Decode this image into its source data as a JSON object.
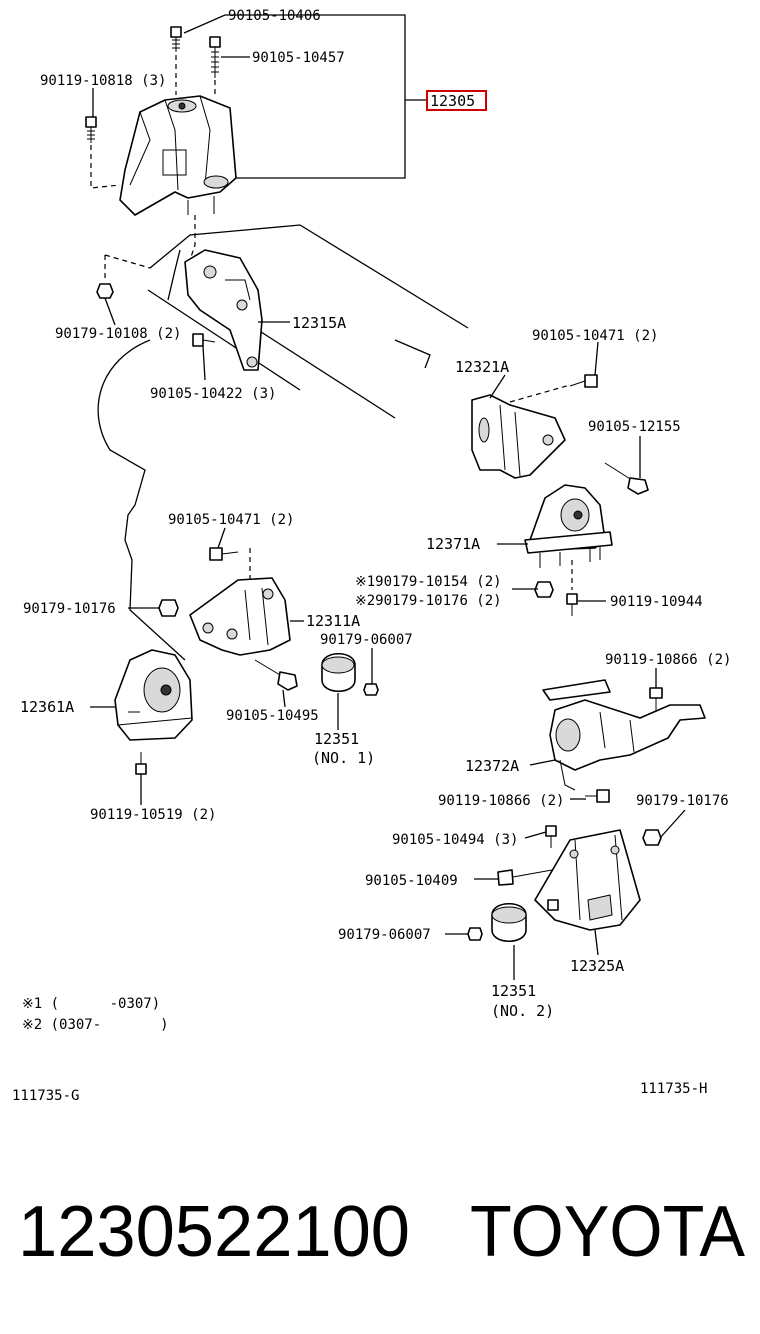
{
  "callouts": {
    "c1": "90105-10406",
    "c2": "90105-10457",
    "c3": "90119-10818 (3)",
    "c4": "12305",
    "c5": "90179-10108 (2)",
    "c6": "12315A",
    "c7": "90105-10422 (3)",
    "c8": "90105-10471 (2)",
    "c9": "12321A",
    "c10": "90105-12155",
    "c11": "12371A",
    "c12": "90105-10471 (2)",
    "c13": "※190179-10154 (2)",
    "c14": "※290179-10176 (2)",
    "c15": "90119-10944",
    "c16": "90179-10176",
    "c17": "12311A",
    "c18": "90179-06007",
    "c19": "12361A",
    "c20": "90105-10495",
    "c21": "12351",
    "c22": "(NO. 1)",
    "c23": "90119-10866 (2)",
    "c24": "12372A",
    "c25": "90119-10519 (2)",
    "c26": "90119-10866 (2)",
    "c27": "90179-10176",
    "c28": "90105-10494 (3)",
    "c29": "90105-10409",
    "c30": "90179-06007",
    "c31": "12325A",
    "c32": "12351",
    "c33": "(NO. 2)"
  },
  "notes": {
    "note1": "※1 (      -0307)",
    "note2": "※2 (0307-       )"
  },
  "figure_ids": {
    "left": "111735-G",
    "right": "111735-H"
  },
  "footer": {
    "part_number": "1230522100",
    "brand": "TOYOTA"
  },
  "highlight_color": "#d00000"
}
